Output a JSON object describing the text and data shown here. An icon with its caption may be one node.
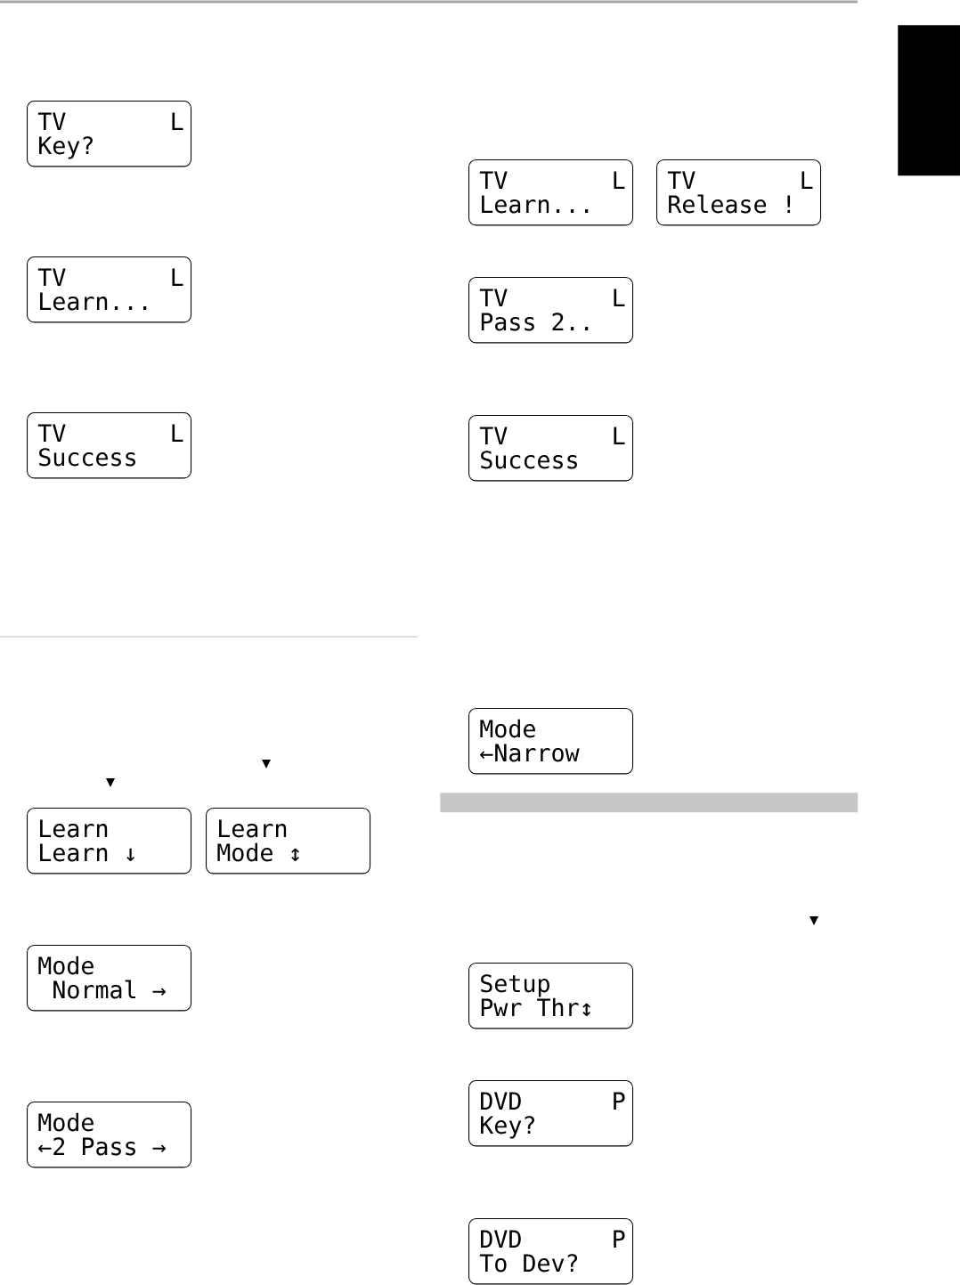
{
  "diagram": {
    "nodes": [
      {
        "text": [
          "TV",
          "L",
          "Key?"
        ]
      },
      {
        "text": [
          "TV",
          "L",
          "Learn..."
        ]
      },
      {
        "text": [
          "TV",
          "L",
          "Success"
        ]
      },
      {
        "text": [
          "Learn",
          "Learn ↓"
        ]
      },
      {
        "text": [
          "Learn",
          "Mode ↕"
        ]
      },
      {
        "text": [
          "Mode",
          " Normal →"
        ]
      },
      {
        "text": [
          "Mode",
          "←2 Pass →"
        ]
      },
      {
        "text": [
          "TV",
          "L",
          "Learn..."
        ]
      },
      {
        "text": [
          "TV",
          "L",
          "Release !"
        ]
      },
      {
        "text": [
          "TV",
          "L",
          "Pass 2.."
        ]
      },
      {
        "text": [
          "TV",
          "L",
          "Success"
        ]
      },
      {
        "text": [
          "Mode",
          "←Narrow"
        ]
      },
      {
        "text": [
          "Setup",
          "Pwr Thr↕"
        ]
      },
      {
        "text": [
          "DVD",
          "P",
          "Key?"
        ]
      },
      {
        "text": [
          "DVD",
          "P",
          "To Dev?"
        ]
      },
      {
        "text": [],
        "shape": "box"
      },
      {
        "text": [],
        "shape": "bar"
      }
    ]
  }
}
